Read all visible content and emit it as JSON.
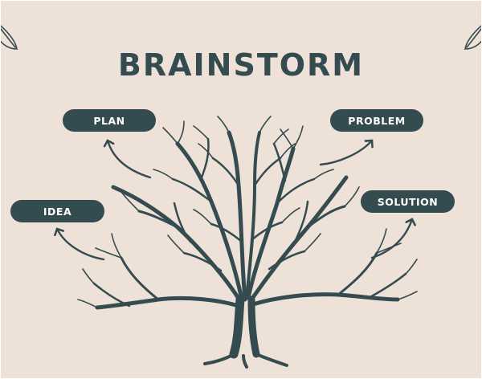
{
  "title": "BRAINSTORM",
  "labels": {
    "plan": "PLAN",
    "problem": "PROBLEM",
    "idea": "IDEA",
    "solution": "SOLUTION"
  },
  "colors": {
    "background": "#eee1d8",
    "ink": "#344b4f"
  }
}
